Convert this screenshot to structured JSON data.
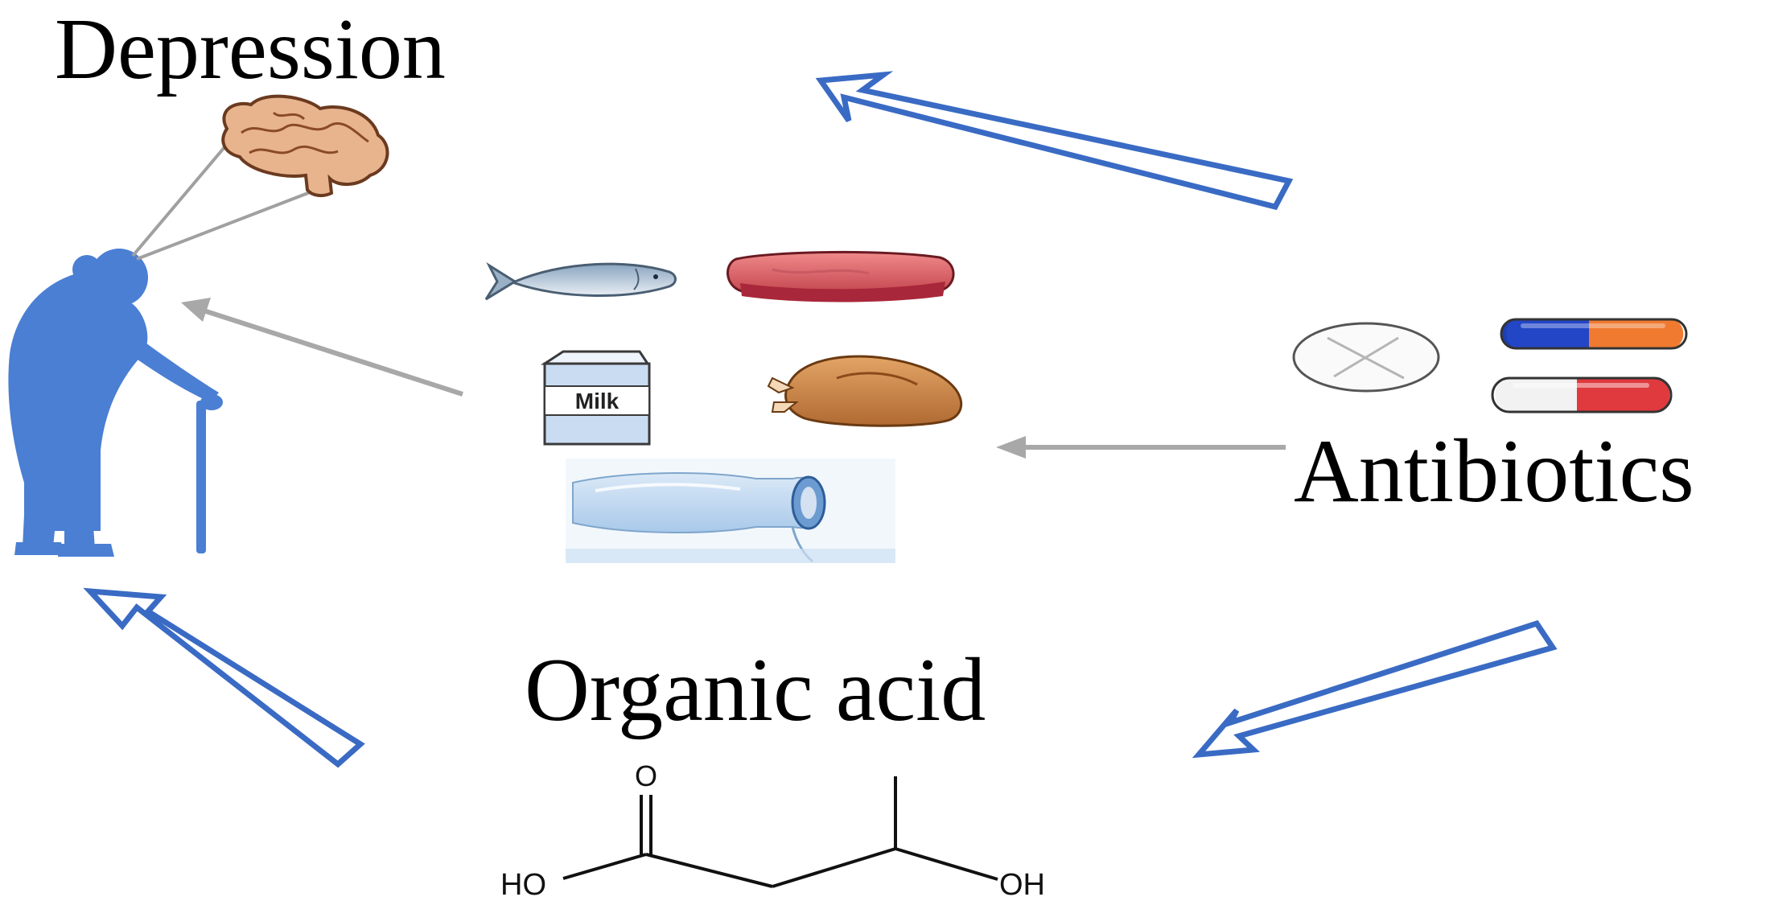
{
  "labels": {
    "depression": "Depression",
    "antibiotics": "Antibiotics",
    "organic_acid": "Organic acid"
  },
  "food_items": {
    "milk_carton_text": "Milk"
  },
  "molecule": {
    "left_group": "HO",
    "right_group": "OH",
    "carbonyl": "O"
  },
  "colors": {
    "arrow_blue": "#3a6bc4",
    "arrow_gray": "#a8a8a8",
    "person_blue": "#4a7fd3",
    "text": "#000000"
  }
}
